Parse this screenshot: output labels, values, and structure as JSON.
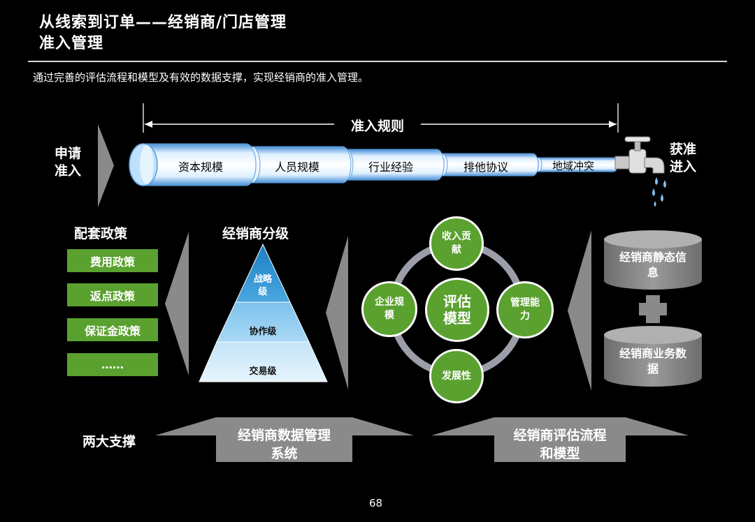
{
  "title_line1": "从线索到订单——经销商/门店管理",
  "title_line2": "准入管理",
  "subtitle": "通过完善的评估流程和模型及有效的数据支撑，实现经销商的准入管理。",
  "apply_label": [
    "申请",
    "准入"
  ],
  "rules_label": "准入规则",
  "rules": [
    "资本规模",
    "人员规模",
    "行业经验",
    "排他协议",
    "地域冲突"
  ],
  "approved_label": [
    "获准",
    "进入"
  ],
  "policies": {
    "title": "配套政策",
    "items": [
      "费用政策",
      "返点政策",
      "保证金政策",
      "……"
    ]
  },
  "grading": {
    "title": "经销商分级",
    "levels": [
      [
        "战略",
        "级"
      ],
      [
        "协作级"
      ],
      [
        "交易级"
      ]
    ]
  },
  "model": {
    "center": [
      "评估",
      "模型"
    ],
    "top": [
      "收入贡",
      "献"
    ],
    "left": [
      "企业规",
      "模"
    ],
    "right": [
      "管理能",
      "力"
    ],
    "bottom": [
      "发展性"
    ]
  },
  "data_sources": {
    "top": [
      "经销商静态信",
      "息"
    ],
    "bottom": [
      "经销商业务数",
      "据"
    ]
  },
  "supports": {
    "title": "两大支撑",
    "left": [
      "经销商数据管理",
      "系统"
    ],
    "right": [
      "经销商评估流程",
      "和模型"
    ]
  },
  "page_number": "68",
  "colors": {
    "green": "#5aa12f",
    "blue": "#2d8fcf",
    "gray": "#8a8a8a"
  }
}
